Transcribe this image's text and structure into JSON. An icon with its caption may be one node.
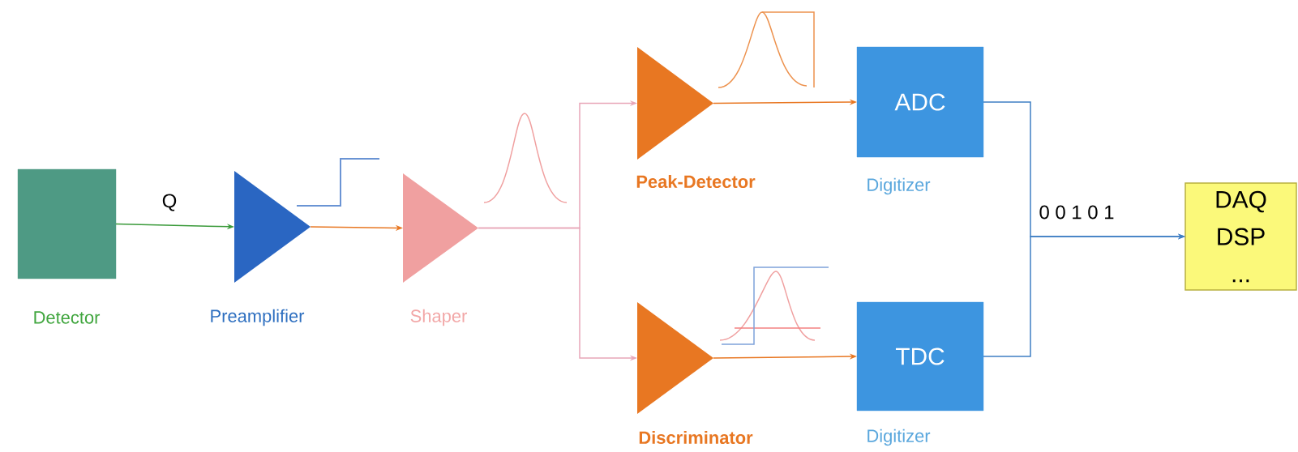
{
  "diagram": {
    "nodes": [
      {
        "text": [
          "Detector"
        ]
      },
      {
        "text": [
          "Preamplifier"
        ]
      },
      {
        "text": [
          "Shaper"
        ]
      },
      {
        "text": [
          "Peak-Detector"
        ]
      },
      {
        "text": [
          "Discriminator"
        ]
      },
      {
        "text": [
          "ADC",
          "Digitizer"
        ]
      },
      {
        "text": [
          "TDC",
          "Digitizer"
        ]
      },
      {
        "text": [
          "DAQ DSP ..."
        ]
      }
    ],
    "edges": [
      {
        "from": 0,
        "to": 1,
        "arrow": "to",
        "label": "Q",
        "color": "#3a9a3a"
      },
      {
        "from": 1,
        "to": 2,
        "arrow": "to"
      },
      {
        "from": 2,
        "to": 3,
        "arrow": "to",
        "color": "#e8a6b8"
      },
      {
        "from": 2,
        "to": 4,
        "arrow": "to",
        "color": "#e8a6b8"
      },
      {
        "from": 3,
        "to": 5,
        "arrow": "to"
      },
      {
        "from": 4,
        "to": 6,
        "arrow": "to"
      },
      {
        "from": 5,
        "to": 7,
        "arrow": "to",
        "label": "0 0 1 0 1",
        "color": "#3f7fc4"
      },
      {
        "from": 6,
        "to": 7,
        "arrow": "to",
        "color": "#3f7fc4"
      }
    ]
  }
}
